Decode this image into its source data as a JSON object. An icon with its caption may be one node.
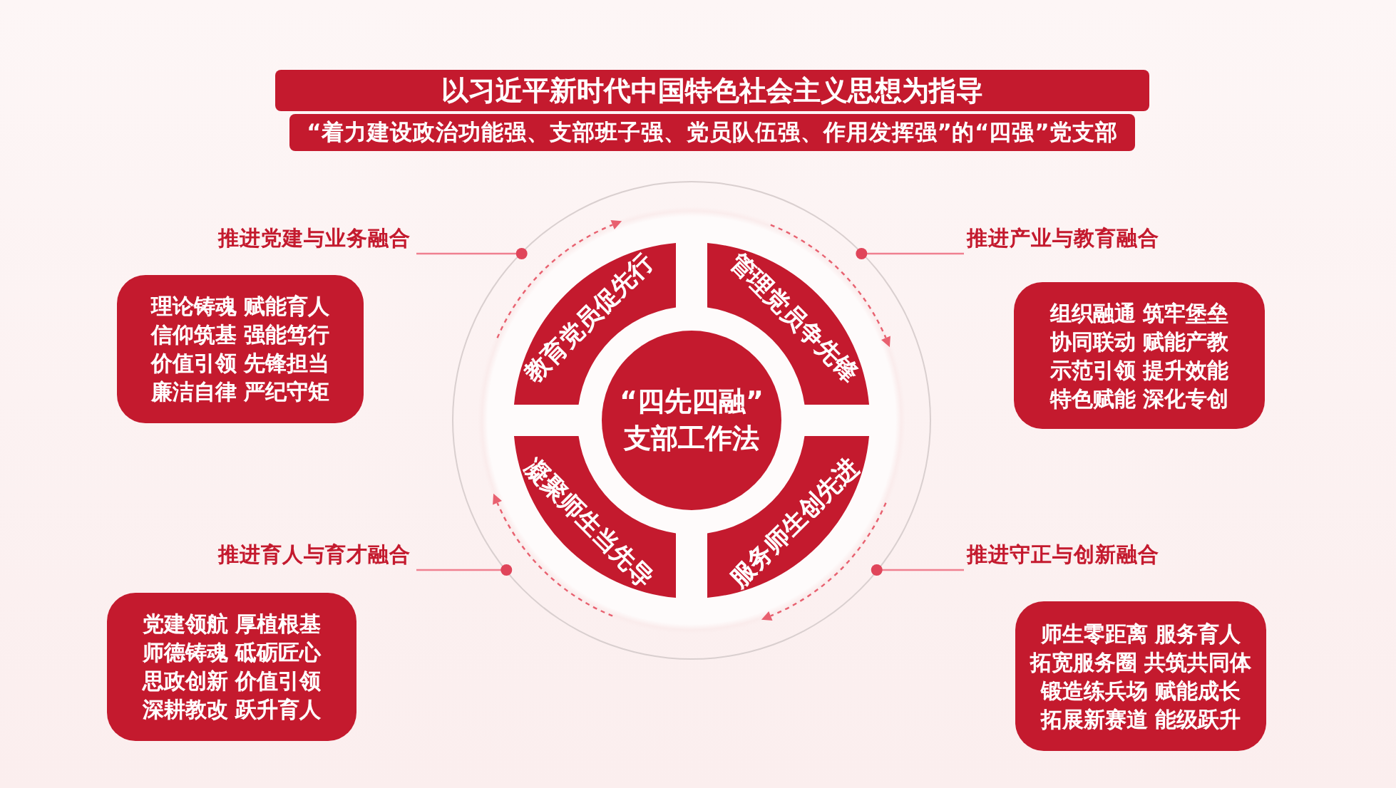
{
  "diagram": {
    "nodes": [
      {
        "text": [
          "以习近平新时代中国特色社会主义思想为指导"
        ]
      },
      {
        "text": [
          "“着力建设政治功能强、支部班子强、党员队伍强、作用发挥强”的“四强”党支部"
        ]
      },
      {
        "text": [],
        "shape": "circle"
      },
      {
        "text": [
          "“四先四融”",
          "支部工作法"
        ],
        "in": 2
      },
      {
        "text": [
          "教育党员促先行"
        ],
        "in": 2
      },
      {
        "text": [
          "管理党员争先锋"
        ],
        "in": 2
      },
      {
        "text": [
          "凝聚师生当先导"
        ],
        "in": 2
      },
      {
        "text": [
          "服务师生创先进"
        ],
        "in": 2
      },
      {
        "text": [
          "推进党建与业务融合"
        ]
      },
      {
        "text": [
          "推进产业与教育融合"
        ]
      },
      {
        "text": [
          "推进育人与育才融合"
        ]
      },
      {
        "text": [
          "推进守正与创新融合"
        ]
      },
      {
        "text": [
          "理论铸魂 赋能育人",
          "信仰筑基 强能笃行",
          "价值引领 先锋担当",
          "廉洁自律 严纪守矩"
        ]
      },
      {
        "text": [
          "组织融通 筑牢堡垒",
          "协同联动 赋能产教",
          "示范引领 提升效能",
          "特色赋能 深化专创"
        ]
      },
      {
        "text": [
          "党建领航 厚植根基",
          "师德铸魂 砥砺匠心",
          "思政创新 价值引领",
          "深耕教改 跃升育人"
        ]
      },
      {
        "text": [
          "师生零距离 服务育人",
          "拓宽服务圈 共筑共同体",
          "锻造练兵场 赋能成长",
          "拓展新赛道 能级跃升"
        ]
      }
    ],
    "edges": [
      {
        "from": 8,
        "to": 2,
        "arrow": "other"
      },
      {
        "from": 9,
        "to": 2,
        "arrow": "other"
      },
      {
        "from": 10,
        "to": 2,
        "arrow": "other"
      },
      {
        "from": 11,
        "to": 2,
        "arrow": "other"
      }
    ]
  }
}
